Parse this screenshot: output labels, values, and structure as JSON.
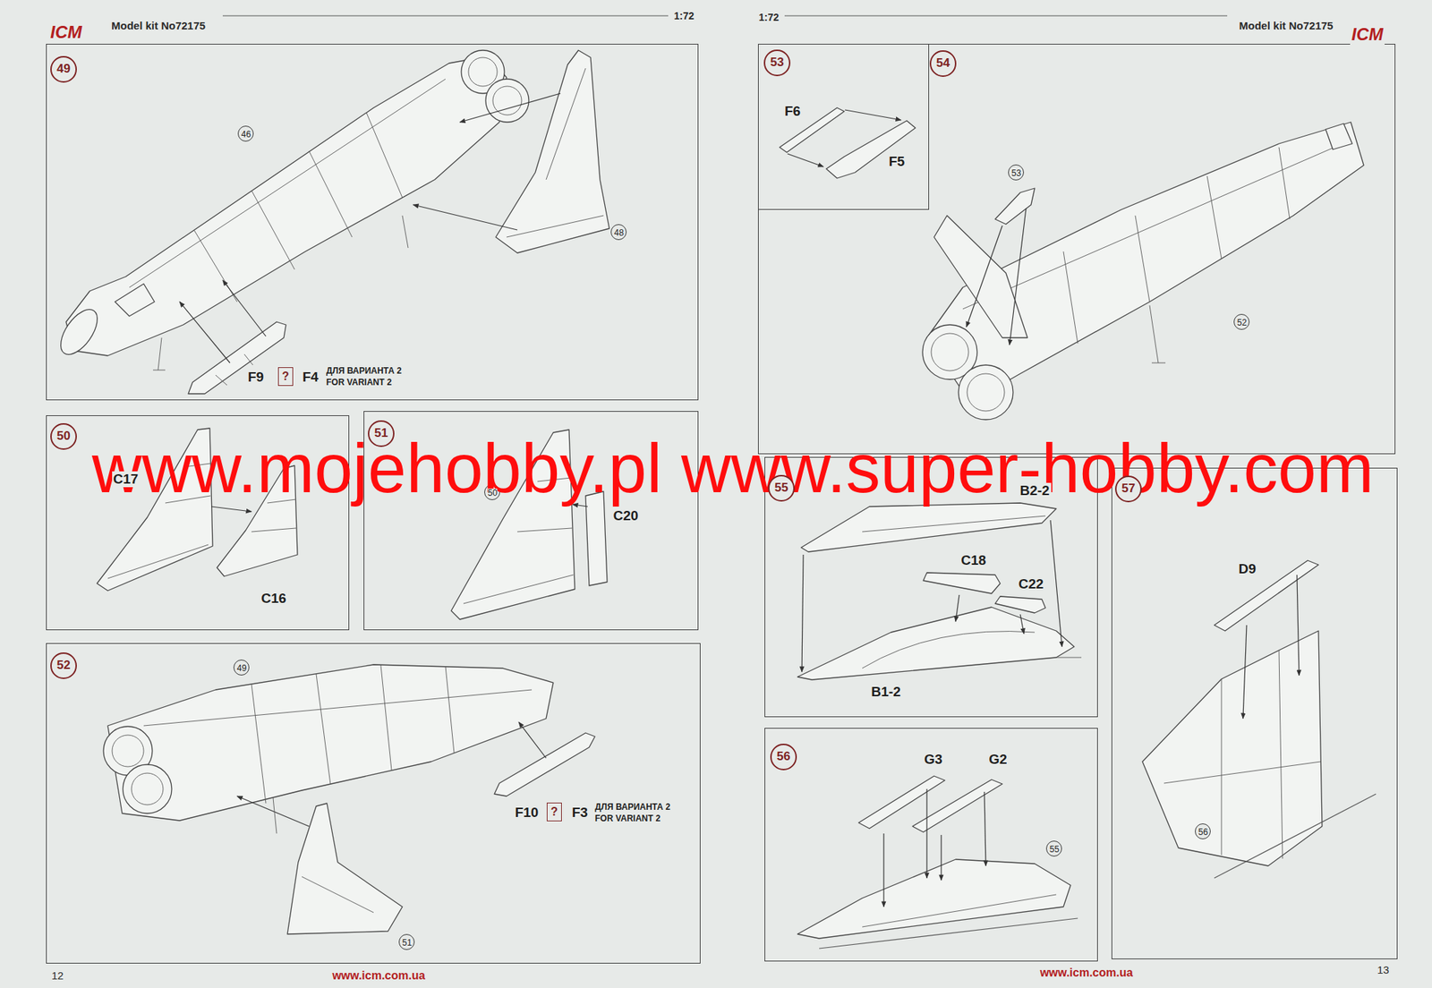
{
  "diagram": {
    "nodes": [
      {
        "text": [
          "49"
        ]
      },
      {
        "text": [
          "46"
        ],
        "in": 0
      },
      {
        "text": [
          "48"
        ],
        "in": 0
      },
      {
        "text": [
          "?"
        ],
        "in": 0
      },
      {
        "text": [
          "50"
        ]
      },
      {
        "text": [
          "51"
        ]
      },
      {
        "text": [
          "50"
        ],
        "in": 5
      },
      {
        "text": [
          "52"
        ]
      },
      {
        "text": [
          "49"
        ],
        "in": 7
      },
      {
        "text": [
          "51"
        ],
        "in": 7
      },
      {
        "text": [
          "?"
        ],
        "in": 7
      },
      {
        "text": [
          "53"
        ]
      },
      {
        "text": [
          "54"
        ]
      },
      {
        "text": [
          "53"
        ],
        "in": 12
      },
      {
        "text": [
          "52"
        ],
        "in": 12
      },
      {
        "text": [
          "55"
        ]
      },
      {
        "text": [
          "56"
        ]
      },
      {
        "text": [
          "55"
        ],
        "in": 16
      },
      {
        "text": [
          "57"
        ]
      },
      {
        "text": [
          "56"
        ],
        "in": 18
      }
    ],
    "labels": [
      "ICM",
      "Model kit No72175",
      "1:72",
      "1:72",
      "Model kit No72175",
      "ICM",
      "F9",
      "F4",
      "ДЛЯ ВАРИАНТА 2",
      "FOR VARIANT 2",
      "C17",
      "C16",
      "C20",
      "F10",
      "F3",
      "ДЛЯ ВАРИАНТА 2",
      "FOR VARIANT 2",
      "F6",
      "F5",
      "B2-2",
      "C18",
      "C22",
      "B1-2",
      "G3",
      "G2",
      "D9",
      "www.mojehobby.pl www.super-hobby.com",
      "12",
      "www.icm.com.ua",
      "www.icm.com.ua",
      "13"
    ]
  }
}
